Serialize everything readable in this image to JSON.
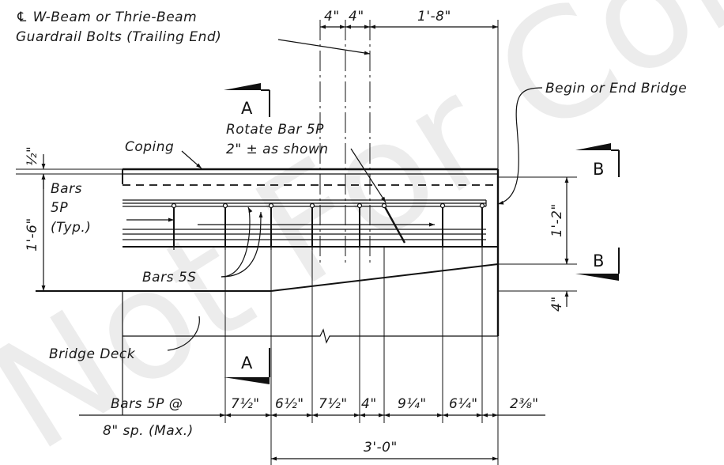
{
  "labels": {
    "bolts_line1": "℄ W-Beam or Thrie-Beam",
    "bolts_line2": "Guardrail Bolts (Trailing End)",
    "begin_end_bridge": "Begin or End Bridge",
    "rotate_line1": "Rotate Bar 5P",
    "rotate_line2": "2\" ± as shown",
    "coping": "Coping",
    "bars_5p_line1": "Bars",
    "bars_5p_line2": "5P",
    "bars_5p_line3": "(Typ.)",
    "bars_5s": "Bars 5S",
    "bridge_deck": "Bridge Deck",
    "spacing_line1": "Bars 5P @",
    "spacing_line2": "8\" sp. (Max.)"
  },
  "section_marks": {
    "a_top": "A",
    "a_bottom": "A",
    "b_top": "B",
    "b_bottom": "B"
  },
  "dimensions": {
    "top_4a": "4\"",
    "top_4b": "4\"",
    "top_1_8": "1'-8\"",
    "half": "½\"",
    "height_1_6": "1'-6\"",
    "height_1_2": "1'-2\"",
    "height_4": "4\"",
    "bottom": [
      "7½\"",
      "6½\"",
      "7½\"",
      "4\"",
      "9¼\"",
      "6¼\"",
      "2⅜\""
    ],
    "overall_3_0": "3'-0\""
  },
  "watermark": "Not For Construction"
}
